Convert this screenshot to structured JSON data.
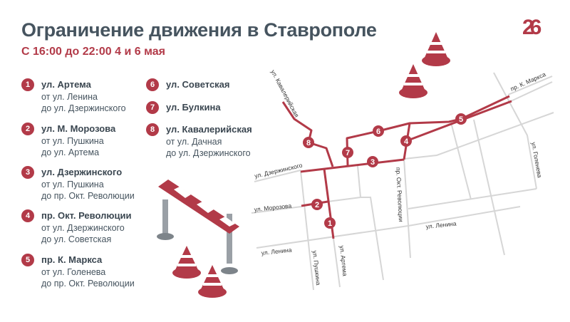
{
  "header": {
    "title": "Ограничение движения в Ставрополе",
    "subtitle": "С 16:00  до 22:00 4 и 6 мая",
    "logo": "26"
  },
  "colors": {
    "accent": "#b23a48",
    "text": "#46545f",
    "street": "#d6d6d6"
  },
  "items": [
    {
      "n": "1",
      "name": "ул. Артема",
      "from": "от ул. Ленина",
      "to": "до ул. Дзержинского"
    },
    {
      "n": "2",
      "name": "ул. М. Морозова",
      "from": "от ул. Пушкина",
      "to": "до ул. Артема"
    },
    {
      "n": "3",
      "name": "ул. Дзержинского",
      "from": "от ул. Пушкина",
      "to": "до пр. Окт. Революции"
    },
    {
      "n": "4",
      "name": "пр. Окт. Революции",
      "from": "от ул. Дзержинского",
      "to": "до ул. Советская"
    },
    {
      "n": "5",
      "name": "пр. К. Маркса",
      "from": "от ул. Голенева",
      "to": "до пр. Окт. Революции"
    },
    {
      "n": "6",
      "name": "ул. Советская"
    },
    {
      "n": "7",
      "name": "ул. Булкина"
    },
    {
      "n": "8",
      "name": "ул. Кавалерийская",
      "from": "от ул. Дачная",
      "to": "до ул. Дзержинского"
    }
  ],
  "map": {
    "streets": {
      "kav": "ул. Кавалерийская",
      "dzer": "ул. Дзержинского",
      "moroz": "ул. Морозова",
      "lenina1": "ул. Ленина",
      "lenina2": "ул. Ленина",
      "push": "ул. Пушкина",
      "artema": "ул. Артема",
      "okt": "пр. Окт. Революции",
      "marx": "пр. К. Маркса",
      "gol": "ул. Голенева"
    }
  }
}
